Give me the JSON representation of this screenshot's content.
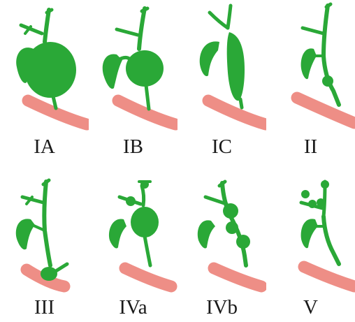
{
  "colors": {
    "biliary": "#2aa837",
    "duodenum": "#ee8e86",
    "label_text": "#1a1a1a"
  },
  "panels": [
    {
      "id": "IA",
      "label": "IA"
    },
    {
      "id": "IB",
      "label": "IB"
    },
    {
      "id": "IC",
      "label": "IC"
    },
    {
      "id": "II",
      "label": "II"
    },
    {
      "id": "III",
      "label": "III"
    },
    {
      "id": "IVa",
      "label": "IVa"
    },
    {
      "id": "IVb",
      "label": "IVb"
    },
    {
      "id": "V",
      "label": "V"
    }
  ]
}
